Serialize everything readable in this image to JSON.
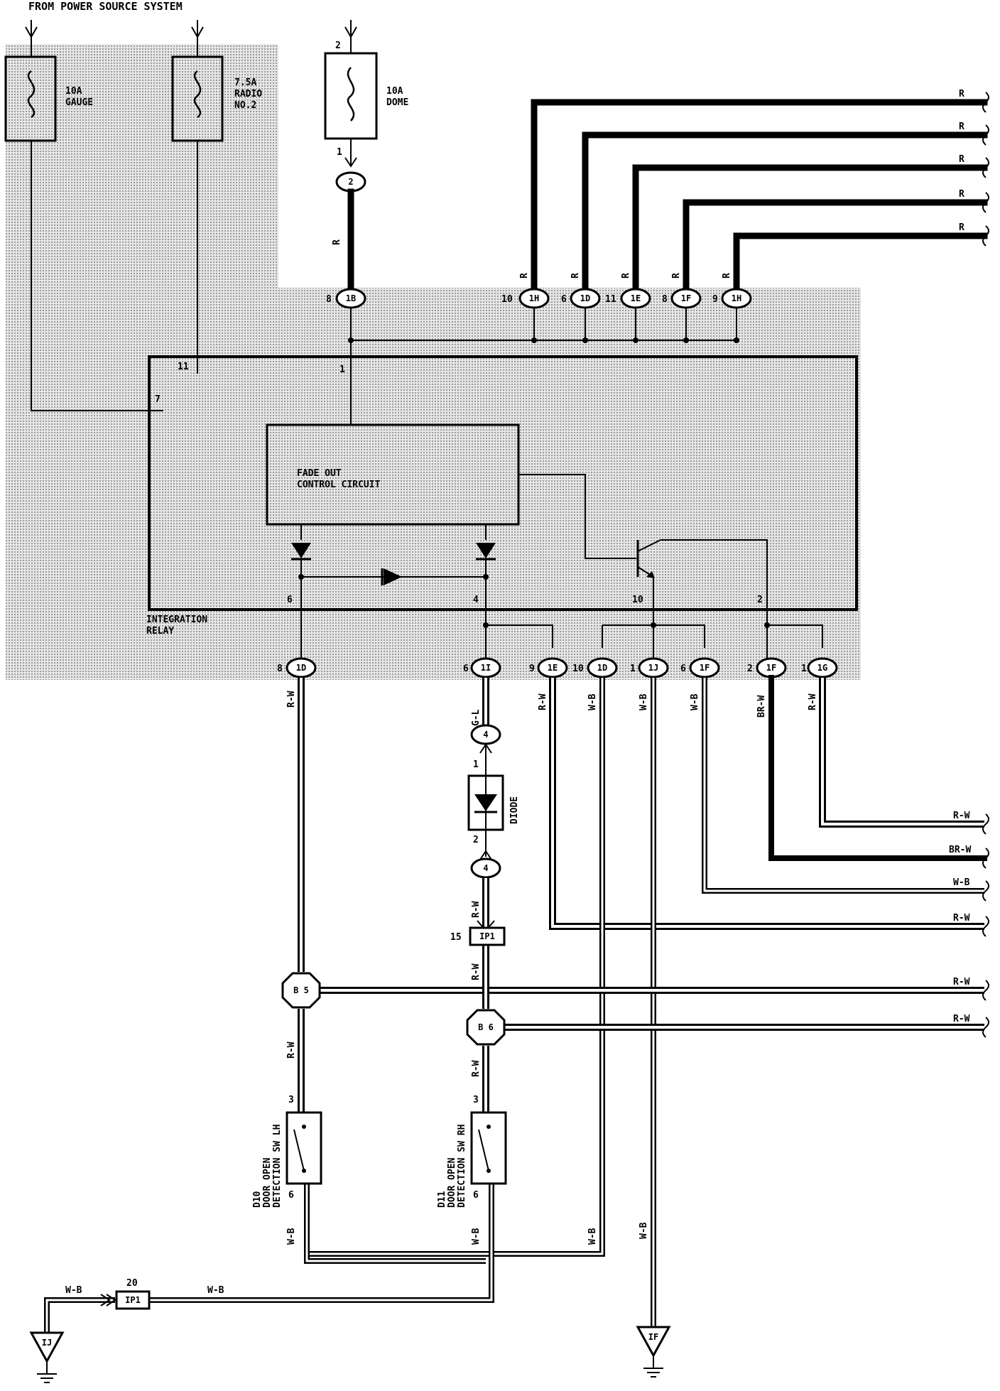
{
  "header": {
    "title": "FROM POWER SOURCE SYSTEM"
  },
  "fuses": [
    {
      "rating": "10A",
      "name": "GAUGE"
    },
    {
      "rating": "7.5A",
      "name": "RADIO",
      "name2": "NO.2"
    },
    {
      "rating": "10A",
      "name": "DOME",
      "pin_top": "2",
      "pin_bottom": "1"
    }
  ],
  "relay": {
    "label": "INTEGRATION",
    "label2": "RELAY",
    "circuit_line1": "FADE OUT",
    "circuit_line2": "CONTROL CIRCUIT",
    "pins": {
      "p1": "1",
      "p11": "11",
      "p7": "7",
      "p6": "6",
      "p4": "4",
      "p10": "10",
      "p2": "2"
    }
  },
  "top_connectors": [
    {
      "pin": "8",
      "id": "1B",
      "wire": "R"
    },
    {
      "pin": "10",
      "id": "1H",
      "wire": "R"
    },
    {
      "pin": "6",
      "id": "1D",
      "wire": "R"
    },
    {
      "pin": "11",
      "id": "1E",
      "wire": "R"
    },
    {
      "pin": "8",
      "id": "1F",
      "wire": "R"
    },
    {
      "pin": "9",
      "id": "1H",
      "wire": "R"
    }
  ],
  "right_top_wires": [
    "R",
    "R",
    "R",
    "R",
    "R"
  ],
  "dome_connector": "2",
  "bottom_connectors": [
    {
      "pin": "8",
      "id": "1D",
      "wire": "R-W"
    },
    {
      "pin": "6",
      "id": "1I",
      "wire": "G-L"
    },
    {
      "pin": "9",
      "id": "1E",
      "wire": "R-W"
    },
    {
      "pin": "10",
      "id": "1D",
      "wire": "W-B"
    },
    {
      "pin": "1",
      "id": "1J",
      "wire": "W-B"
    },
    {
      "pin": "6",
      "id": "1F",
      "wire": "W-B"
    },
    {
      "pin": "2",
      "id": "1F",
      "wire": "BR-W"
    },
    {
      "pin": "1",
      "id": "1G",
      "wire": "R-W"
    }
  ],
  "diode": {
    "label": "DIODE",
    "pin1": "1",
    "pin2": "2",
    "conn": "4",
    "wire_out": "R-W"
  },
  "junctions": {
    "ip1_top_pin": "15",
    "ip1": "IP1",
    "ip1_wire": "R-W",
    "ip1_bottom_pin": "20",
    "b5": "B 5",
    "b6": "B 6"
  },
  "right_bottom_wires": [
    "R-W",
    "BR-W",
    "W-B",
    "R-W",
    "R-W",
    "R-W"
  ],
  "switches": [
    {
      "code": "D10",
      "line1": "DOOR OPEN",
      "line2": "DETECTION SW LH",
      "pin_top": "3",
      "pin_bottom": "6",
      "wire_top": "R-W",
      "wire_bottom": "W-B"
    },
    {
      "code": "D11",
      "line1": "DOOR OPEN",
      "line2": "DETECTION SW RH",
      "pin_top": "3",
      "pin_bottom": "6",
      "wire_top": "R-W",
      "wire_bottom": "W-B"
    }
  ],
  "wb_labels": [
    "W-B",
    "W-B",
    "W-B",
    "W-B"
  ],
  "grounds": [
    {
      "id": "IJ"
    },
    {
      "id": "IF"
    }
  ],
  "colors": {
    "shade": "#d4d4d4",
    "ink": "#000000"
  }
}
